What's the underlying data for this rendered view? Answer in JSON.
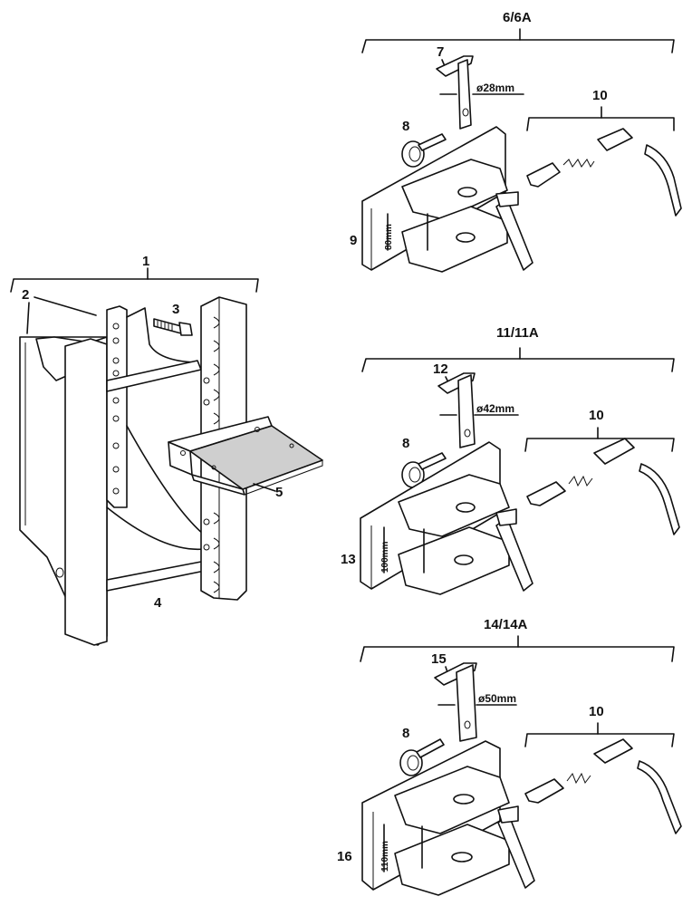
{
  "callouts": {
    "c1": "1",
    "c2": "2",
    "c3": "3",
    "c4": "4",
    "c5": "5",
    "c7": "7",
    "c8a": "8",
    "c9": "9",
    "c10a": "10",
    "c12": "12",
    "c8b": "8",
    "c10b": "10",
    "c13": "13",
    "c15": "15",
    "c8c": "8",
    "c10c": "10",
    "c16": "16"
  },
  "groups": {
    "g1": "6/6A",
    "g2": "11/11A",
    "g3": "14/14A"
  },
  "dimensions": {
    "pin_d1": "ø28mm",
    "pin_d2": "ø42mm",
    "pin_d3": "ø50mm",
    "height1": "80mm",
    "height2": "100mm",
    "height3": "110mm"
  }
}
